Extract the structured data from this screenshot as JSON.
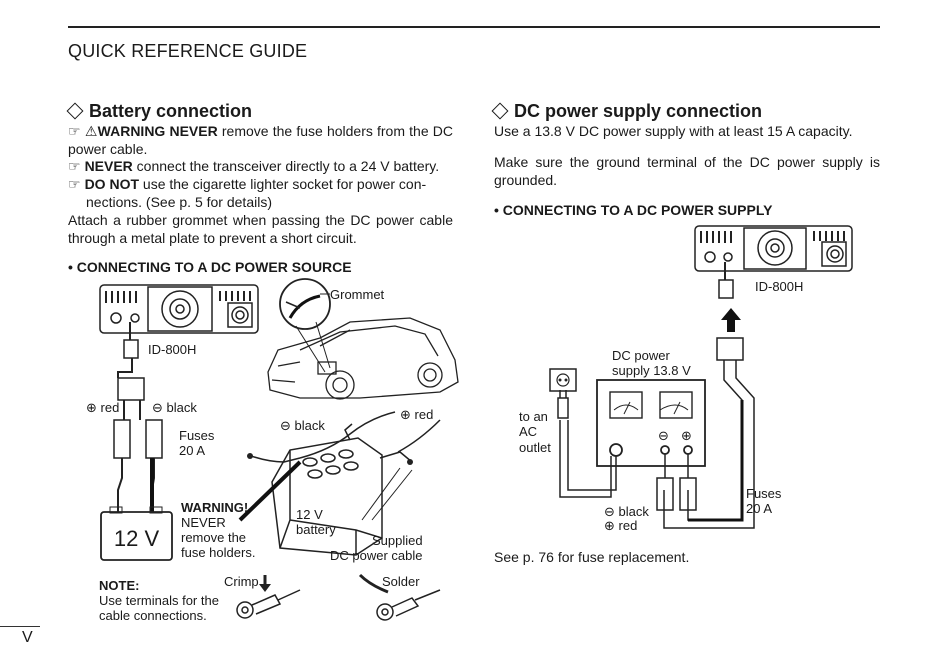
{
  "header": {
    "title": "QUICK REFERENCE GUIDE"
  },
  "battery": {
    "title": "Battery connection",
    "warning_icon": "warning-triangle-icon",
    "bullets": [
      {
        "bold": "WARNING NEVER",
        "text": " remove the fuse holders from the DC power cable."
      },
      {
        "bold": "NEVER",
        "text": " connect the transceiver directly to a 24 V battery."
      },
      {
        "bold": "DO NOT",
        "text": " use the cigarette lighter socket for power connections. (See p. 5 for details)"
      }
    ],
    "bullet3_line1": " use the cigarette lighter socket for power con-",
    "bullet3_line2": "nections. (See p. 5 for details)",
    "paragraph": "Attach a rubber grommet when passing the DC power cable through a metal plate to prevent a short circuit.",
    "subheading": "• CONNECTING TO A DC POWER SOURCE",
    "labels": {
      "grommet": "Grommet",
      "model": "ID-800H",
      "red": "⊕ red",
      "black": "⊖ black",
      "fuses": "Fuses",
      "fuse_rating": "20 A",
      "battery_display": "12 V",
      "black2": "⊖ black",
      "red2": "⊕ red",
      "warning_title": "WARNING!",
      "warning_l1": "NEVER",
      "warning_l2": "remove the",
      "warning_l3": "fuse holders.",
      "battery_l1": "12 V",
      "battery_l2": "battery",
      "supplied_l1": "Supplied",
      "supplied_l2": "DC power cable",
      "note_title": "NOTE:",
      "note_l1": "Use terminals for the",
      "note_l2": "cable connections.",
      "crimp": "Crimp",
      "solder": "Solder"
    }
  },
  "dc_supply": {
    "title": "DC power supply connection",
    "para1": "Use a 13.8 V DC power supply with at least 15 A capacity.",
    "para2": "Make sure the ground terminal of the DC power supply is grounded.",
    "subheading": "• CONNECTING TO A DC POWER SUPPLY",
    "labels": {
      "model": "ID-800H",
      "psu_l1": "DC power",
      "psu_l2": "supply 13.8 V",
      "outlet_l1": "to an",
      "outlet_l2": "AC",
      "outlet_l3": "outlet",
      "minus": "⊖",
      "plus": "⊕",
      "fuses": "Fuses",
      "fuse_rating": "20 A",
      "black": "⊖ black",
      "red": "⊕ red"
    },
    "footer_note": "See p. 76 for fuse replacement."
  },
  "page_number": "V"
}
